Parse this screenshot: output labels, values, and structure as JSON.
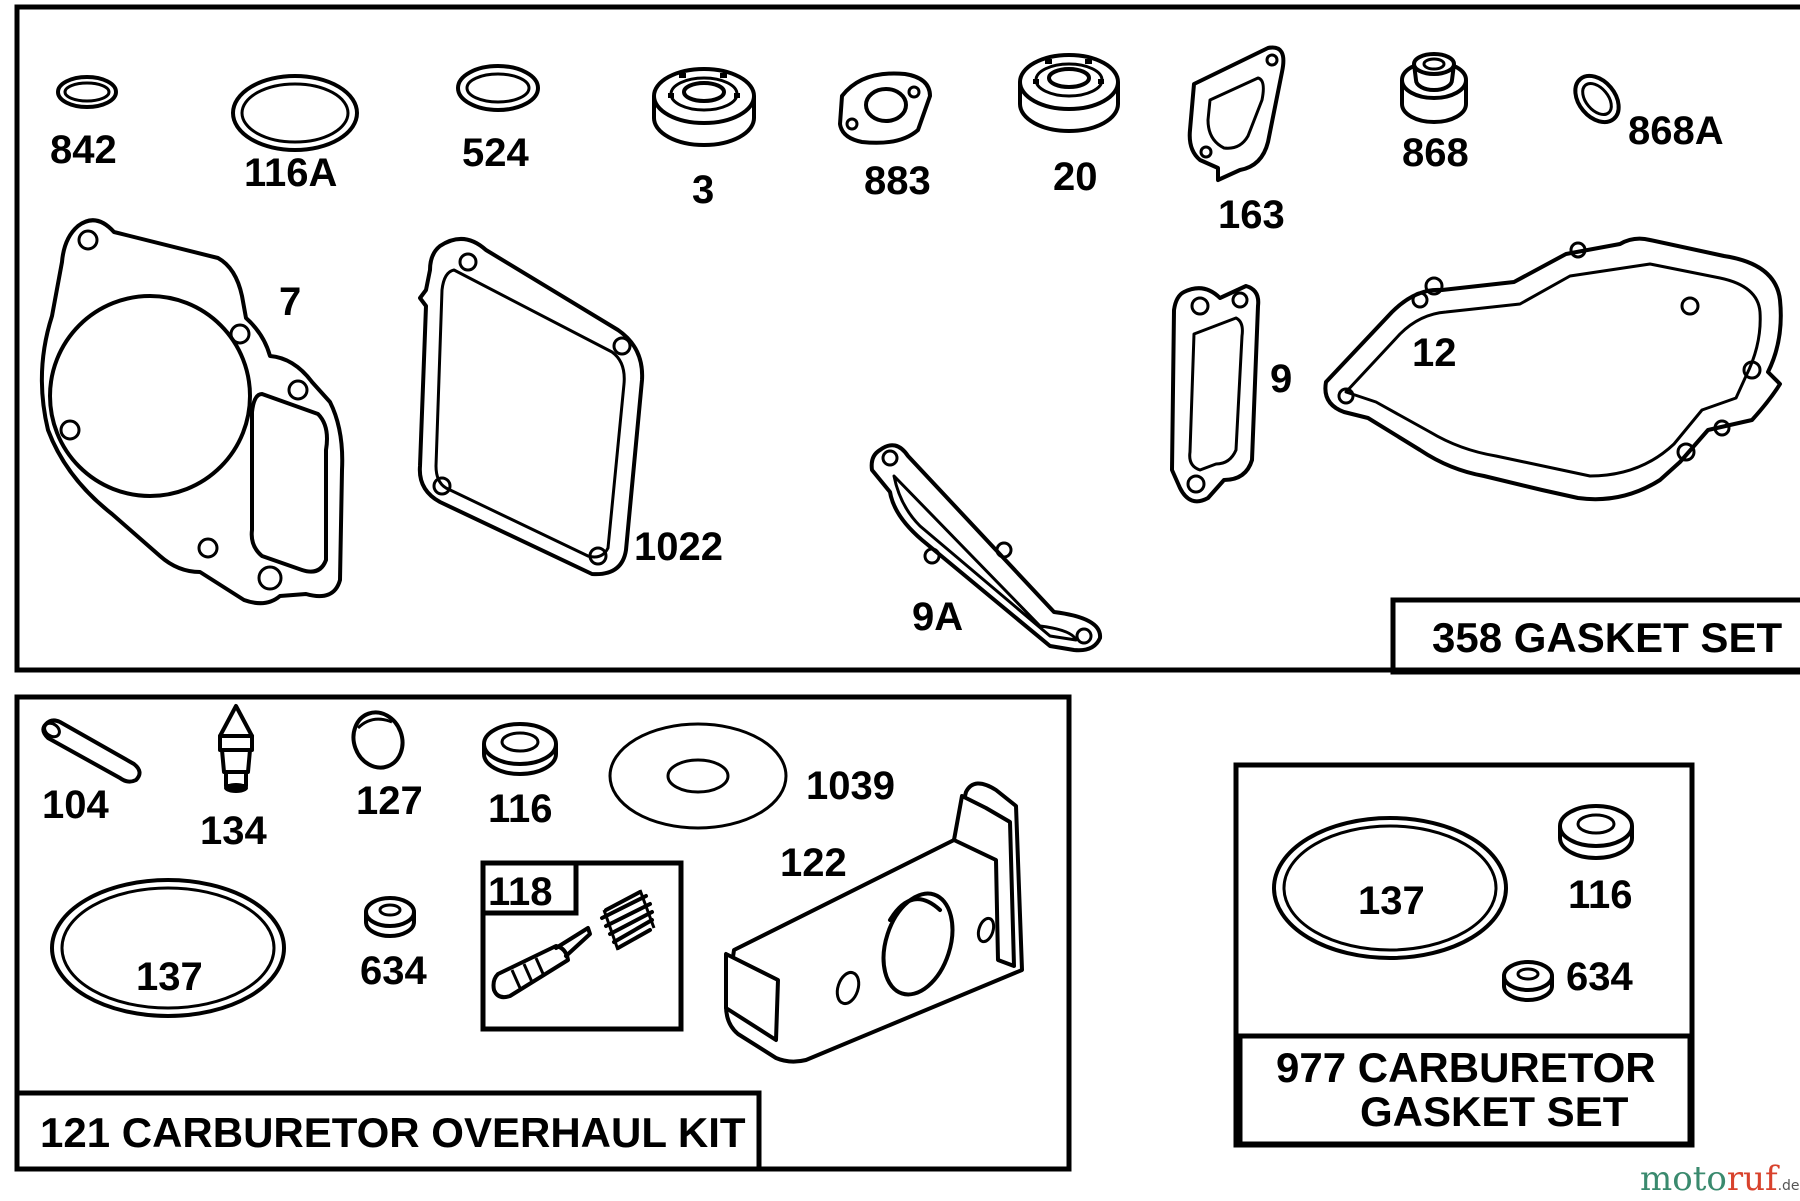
{
  "parts": {
    "p842": "842",
    "p116A": "116A",
    "p524": "524",
    "p3": "3",
    "p883": "883",
    "p20": "20",
    "p163": "163",
    "p868": "868",
    "p868A": "868A",
    "p7": "7",
    "p1022": "1022",
    "p9A": "9A",
    "p9": "9",
    "p12": "12",
    "p104": "104",
    "p134": "134",
    "p127": "127",
    "p116": "116",
    "p1039": "1039",
    "p122": "122",
    "p118": "118",
    "p137": "137",
    "p634": "634",
    "p137b": "137",
    "p116b": "116",
    "p634b": "634"
  },
  "kits": {
    "gasket_set": "358 GASKET SET",
    "overhaul_kit": "121 CARBURETOR OVERHAUL KIT",
    "carb_gasket_line1": "977 CARBURETOR",
    "carb_gasket_line2": "GASKET SET"
  },
  "watermark": {
    "part1": "moto",
    "part2": "ruf",
    "suffix": ".de"
  }
}
